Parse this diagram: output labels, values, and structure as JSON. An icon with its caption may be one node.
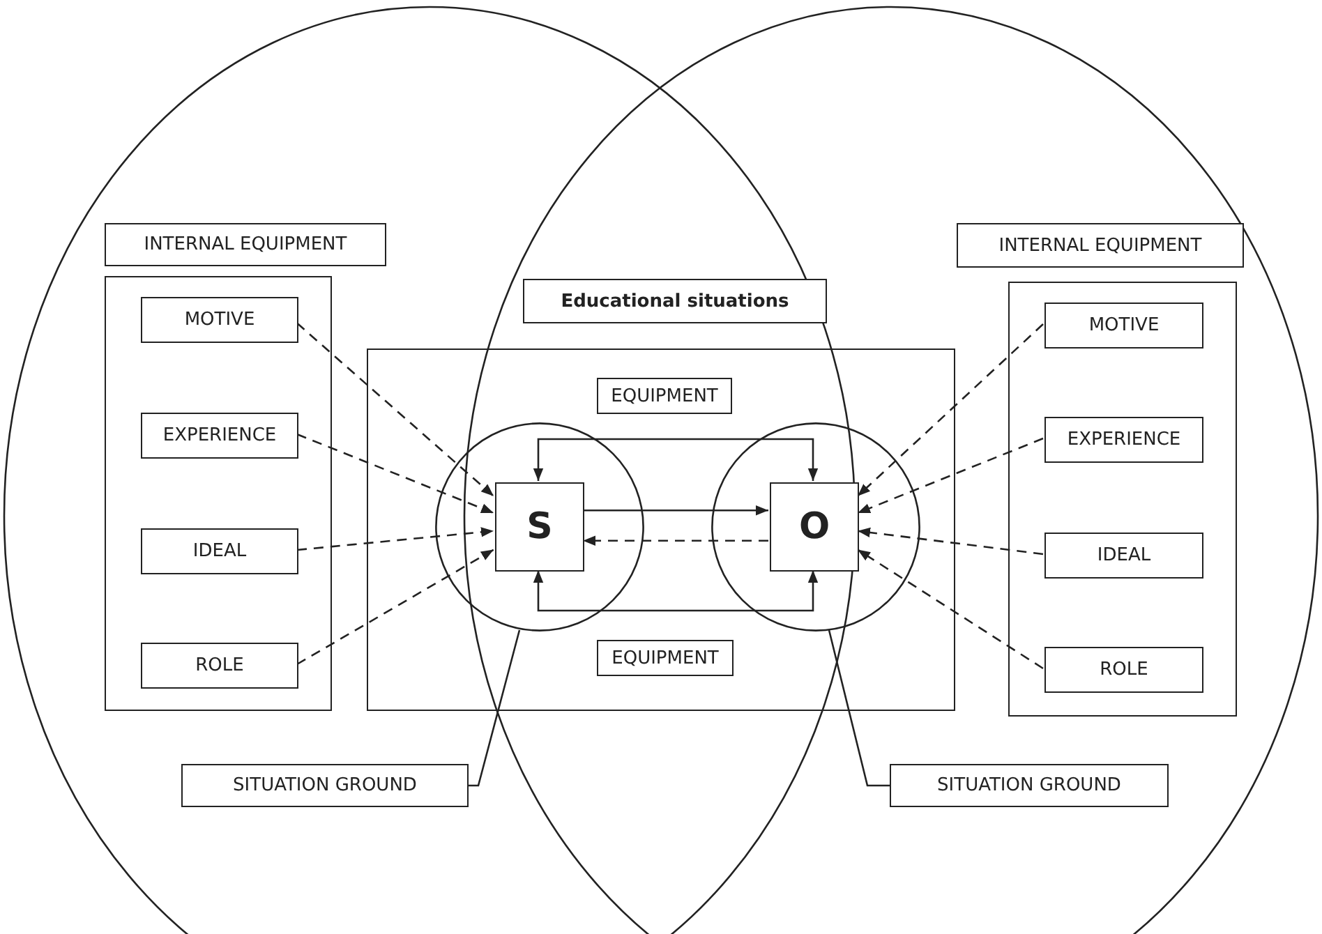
{
  "diagram": {
    "nodes": [
      {
        "text": [
          "INTERNAL EQUIPMENT"
        ]
      },
      {
        "text": [],
        "shape": "box"
      },
      {
        "text": [
          "MOTIVE"
        ],
        "in": 1
      },
      {
        "text": [
          "EXPERIENCE"
        ],
        "in": 1
      },
      {
        "text": [
          "IDEAL"
        ],
        "in": 1
      },
      {
        "text": [
          "ROLE"
        ],
        "in": 1
      },
      {
        "text": [
          "Educational situations"
        ]
      },
      {
        "text": [],
        "shape": "box"
      },
      {
        "text": [
          "EQUIPMENT"
        ],
        "in": 7
      },
      {
        "text": [],
        "shape": "circle",
        "in": 7
      },
      {
        "text": [
          "S"
        ],
        "in": 9
      },
      {
        "text": [],
        "shape": "circle",
        "in": 7
      },
      {
        "text": [
          "O"
        ],
        "in": 11
      },
      {
        "text": [
          "EQUIPMENT"
        ],
        "in": 7
      },
      {
        "text": [
          "INTERNAL EQUIPMENT"
        ]
      },
      {
        "text": [],
        "shape": "box"
      },
      {
        "text": [
          "MOTIVE"
        ],
        "in": 15
      },
      {
        "text": [
          "EXPERIENCE"
        ],
        "in": 15
      },
      {
        "text": [
          "IDEAL"
        ],
        "in": 15
      },
      {
        "text": [
          "ROLE"
        ],
        "in": 15
      },
      {
        "text": [
          "SITUATION GROUND"
        ]
      },
      {
        "text": [
          "SITUATION GROUND"
        ]
      }
    ],
    "edges": [
      {
        "from": 2,
        "to": 10,
        "arrow": "to",
        "style": "dashed"
      },
      {
        "from": 3,
        "to": 10,
        "arrow": "to",
        "style": "dashed"
      },
      {
        "from": 4,
        "to": 10,
        "arrow": "to",
        "style": "dashed"
      },
      {
        "from": 5,
        "to": 10,
        "arrow": "to",
        "style": "dashed"
      },
      {
        "from": 16,
        "to": 12,
        "arrow": "to",
        "style": "dashed"
      },
      {
        "from": 17,
        "to": 12,
        "arrow": "to",
        "style": "dashed"
      },
      {
        "from": 18,
        "to": 12,
        "arrow": "to",
        "style": "dashed"
      },
      {
        "from": 19,
        "to": 12,
        "arrow": "to",
        "style": "dashed"
      },
      {
        "from": 10,
        "to": 12,
        "arrow": "to"
      },
      {
        "from": 12,
        "to": 10,
        "arrow": "to",
        "style": "dashed"
      },
      {
        "from": 10,
        "to": 12,
        "arrow": "both"
      },
      {
        "from": 10,
        "to": 12,
        "arrow": "both"
      },
      {
        "from": 20,
        "to": 9,
        "arrow": "none"
      },
      {
        "from": 21,
        "to": 11,
        "arrow": "none"
      }
    ]
  }
}
